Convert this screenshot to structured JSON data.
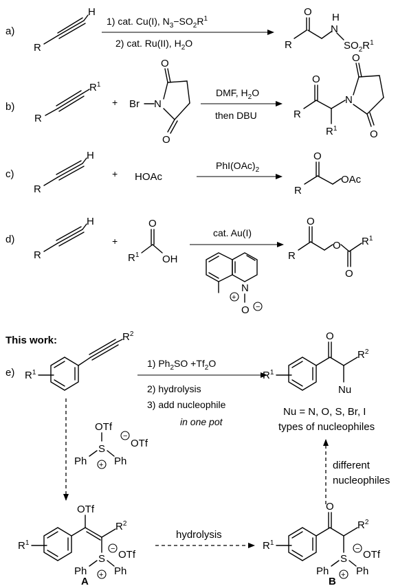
{
  "rows": {
    "a": {
      "label": "a)",
      "cond1_pre": "1) cat. Cu(I), N",
      "cond1_sub": "3",
      "cond1_mid": "−SO",
      "cond1_sub2": "2",
      "cond1_post": "R",
      "cond1_sup": "1",
      "cond2_pre": "2) cat. Ru(II), H",
      "cond2_sub": "2",
      "cond2_post": "O",
      "R": "R",
      "H": "H",
      "prod_R": "R",
      "prod_O": "O",
      "prod_N": "N",
      "prod_H": "H",
      "prod_SO": "SO",
      "prod_sub": "2",
      "prod_R1": "R",
      "prod_sup": "1"
    },
    "b": {
      "label": "b)",
      "R": "R",
      "R1": "R",
      "sup": "1",
      "plus": "+",
      "Br": "Br",
      "N": "N",
      "O": "O",
      "cond1_pre": "DMF, H",
      "cond1_sub": "2",
      "cond1_post": "O",
      "cond2": "then DBU",
      "prod_R": "R",
      "prod_R1": "R",
      "prod_N": "N"
    },
    "c": {
      "label": "c)",
      "R": "R",
      "H": "H",
      "plus": "+",
      "reagent": "HOAc",
      "cond_pre": "PhI(OAc)",
      "cond_sub": "2",
      "prod_R": "R",
      "prod_O": "O",
      "prod_OAc": "OAc"
    },
    "d": {
      "label": "d)",
      "R": "R",
      "H": "H",
      "plus": "+",
      "acid_R": "R",
      "acid_sup": "1",
      "acid_O": "O",
      "acid_OH": "OH",
      "cond": "cat. Au(I)",
      "cat_N": "N",
      "cat_O": "O",
      "prod_R": "R",
      "prod_O": "O",
      "prod_R1": "R",
      "prod_sup": "1"
    }
  },
  "this_work": {
    "heading": "This work:",
    "label": "e)",
    "R1": "R",
    "R2": "R",
    "sup1": "1",
    "sup2": "2",
    "cond1_pre": "1) Ph",
    "cond1_sub": "2",
    "cond1_mid": "SO +Tf",
    "cond1_sub2": "2",
    "cond1_post": "O",
    "cond2": "2) hydrolysis",
    "cond3": "3) add nucleophile",
    "cond4": "in one pot",
    "prod_O": "O",
    "prod_Nu": "Nu",
    "nu_line1": "Nu = N, O, S, Br, I",
    "nu_line2": "types of nucleophiles",
    "different_1": "different",
    "different_2": "nucleophiles",
    "reagent_OTf": "OTf",
    "reagent_S": "S",
    "reagent_Ph": "Ph",
    "reagent_counter": "OTf",
    "hydrolysis": "hydrolysis",
    "label_A": "A",
    "label_B": "B"
  }
}
